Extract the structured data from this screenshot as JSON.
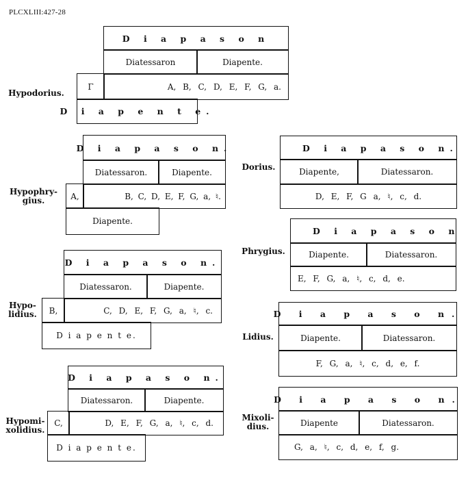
{
  "header": "PLCXLIII:427-28",
  "modes_left": [
    {
      "name": "Hypodorius.",
      "name_lines": [
        "Hypodorius."
      ],
      "diapason": "D i a p a s o n",
      "upper_left": "Diatessaron",
      "upper_right": "Diapente.",
      "lead_note": "Γ",
      "notes": "A, B, C, D, E, F, G, a.",
      "lower": "D i a p e n t e."
    },
    {
      "name": "Hypophrygius.",
      "name_lines": [
        "Hypophry-",
        "gius."
      ],
      "diapason": "D i a p a s o n.",
      "upper_left": "Diatessaron.",
      "upper_right": "Diapente.",
      "lead_note": "A,",
      "notes": "B, C, D, E, F, G, a, ♮.",
      "lower": "Diapente."
    },
    {
      "name": "Hypolidius.",
      "name_lines": [
        "Hypo-",
        "lidius."
      ],
      "diapason": "D i a p a s o n.",
      "upper_left": "Diatessaron.",
      "upper_right": "Diapente.",
      "lead_note": "B,",
      "notes": "C, D, E, F, G, a, ♮, c.",
      "lower": "D i a p e n t e."
    },
    {
      "name": "Hypomixolidius.",
      "name_lines": [
        "Hypomi-",
        "xolidius."
      ],
      "diapason": "D i a p a s o n.",
      "upper_left": "Diatessaron.",
      "upper_right": "Diapente.",
      "lead_note": "C,",
      "notes": "D, E, F, G, a, ♮, c, d.",
      "lower": "D i a p e n t e."
    }
  ],
  "modes_right": [
    {
      "name": "Dorius.",
      "name_lines": [
        "Dorius."
      ],
      "diapason": "D i a p a s o n.",
      "mid_left": "Diapente,",
      "mid_right": "Diatessaron.",
      "notes": "D, E, F, G a, ♮, c, d."
    },
    {
      "name": "Phrygius.",
      "name_lines": [
        "Phrygius."
      ],
      "diapason": "D i a p a s o n",
      "mid_left": "Diapente.",
      "mid_right": "Diatessaron.",
      "notes": "E, F, G, a, ♮, c, d, e."
    },
    {
      "name": "Lidius.",
      "name_lines": [
        "Lidius."
      ],
      "diapason": "D i a p a s o n.",
      "mid_left": "Diapente.",
      "mid_right": "Diatessaron.",
      "notes": "F, G, a, ♮, c, d, e, f."
    },
    {
      "name": "Mixolidius.",
      "name_lines": [
        "Mixoli-",
        "dius."
      ],
      "diapason": "D i a p a s o n.",
      "mid_left": "Diapente",
      "mid_right": "Diatessaron.",
      "notes": "G, a, ♮, c, d, e, f, g."
    }
  ]
}
